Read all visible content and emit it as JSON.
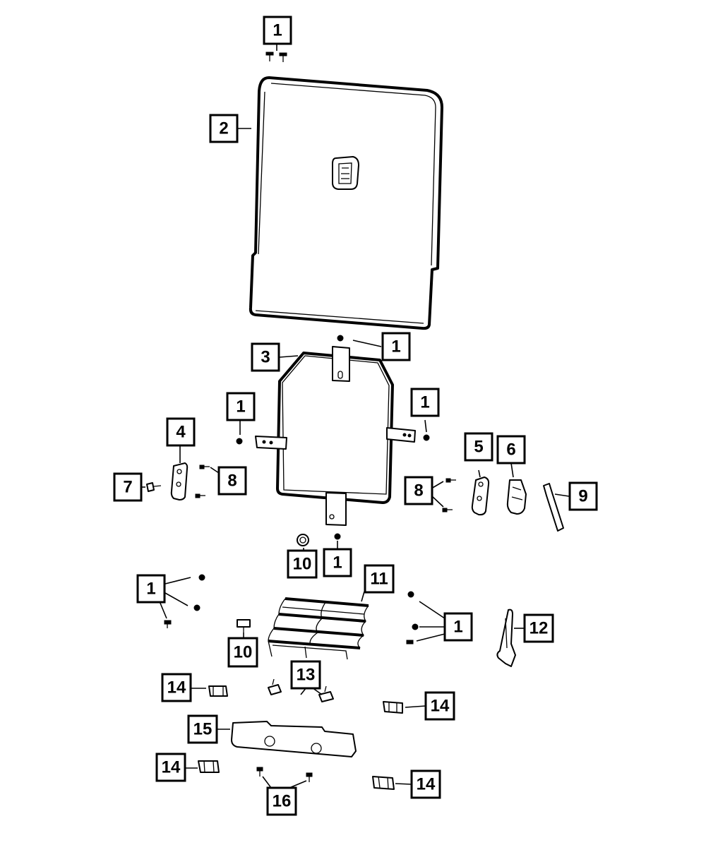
{
  "diagram": {
    "type": "exploded-parts-diagram",
    "colors": {
      "line": "#000000",
      "background": "#ffffff"
    },
    "callouts": [
      {
        "id": "c1a",
        "label": "1"
      },
      {
        "id": "c2",
        "label": "2"
      },
      {
        "id": "c1b",
        "label": "1"
      },
      {
        "id": "c3",
        "label": "3"
      },
      {
        "id": "c1c",
        "label": "1"
      },
      {
        "id": "c1d",
        "label": "1"
      },
      {
        "id": "c4",
        "label": "4"
      },
      {
        "id": "c5",
        "label": "5"
      },
      {
        "id": "c6",
        "label": "6"
      },
      {
        "id": "c7",
        "label": "7"
      },
      {
        "id": "c8a",
        "label": "8"
      },
      {
        "id": "c8b",
        "label": "8"
      },
      {
        "id": "c9",
        "label": "9"
      },
      {
        "id": "c10a",
        "label": "10"
      },
      {
        "id": "c1e",
        "label": "1"
      },
      {
        "id": "c1f",
        "label": "1"
      },
      {
        "id": "c11",
        "label": "11"
      },
      {
        "id": "c1g",
        "label": "1"
      },
      {
        "id": "c12",
        "label": "12"
      },
      {
        "id": "c10b",
        "label": "10"
      },
      {
        "id": "c13",
        "label": "13"
      },
      {
        "id": "c14a",
        "label": "14"
      },
      {
        "id": "c14b",
        "label": "14"
      },
      {
        "id": "c15",
        "label": "15"
      },
      {
        "id": "c14c",
        "label": "14"
      },
      {
        "id": "c16",
        "label": "16"
      },
      {
        "id": "c14d",
        "label": "14"
      }
    ]
  }
}
